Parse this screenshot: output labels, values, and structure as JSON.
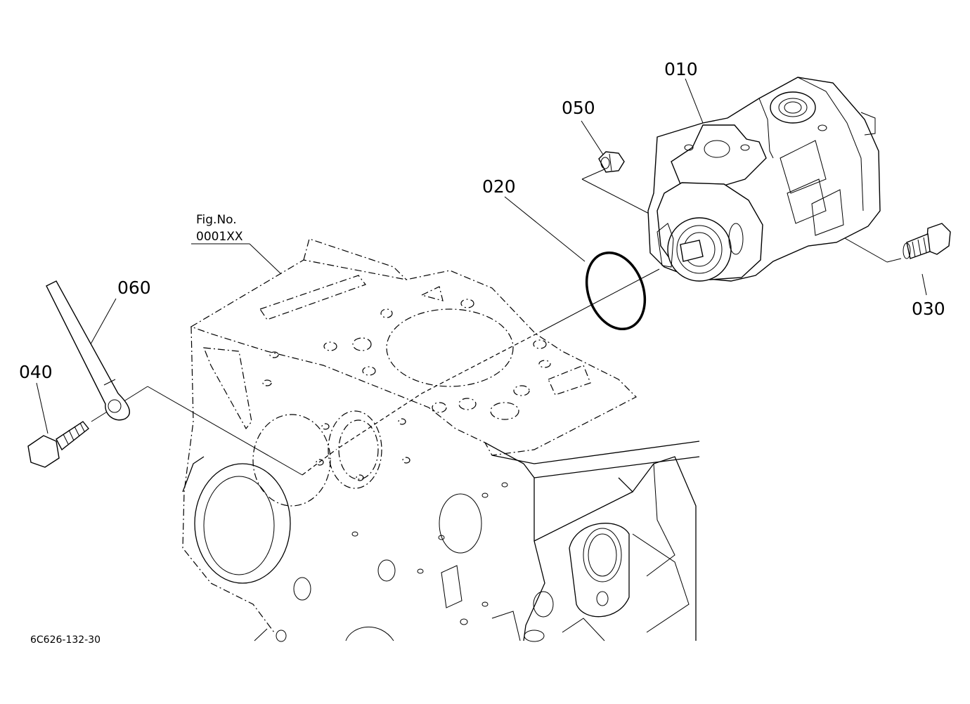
{
  "figure": {
    "fig_no_label": "Fig.No.",
    "fig_no_value": "0001XX",
    "drawing_code": "6C626-132-30"
  },
  "callouts": {
    "p010": "010",
    "p020": "020",
    "p030": "030",
    "p040": "040",
    "p050": "050",
    "p060": "060"
  }
}
